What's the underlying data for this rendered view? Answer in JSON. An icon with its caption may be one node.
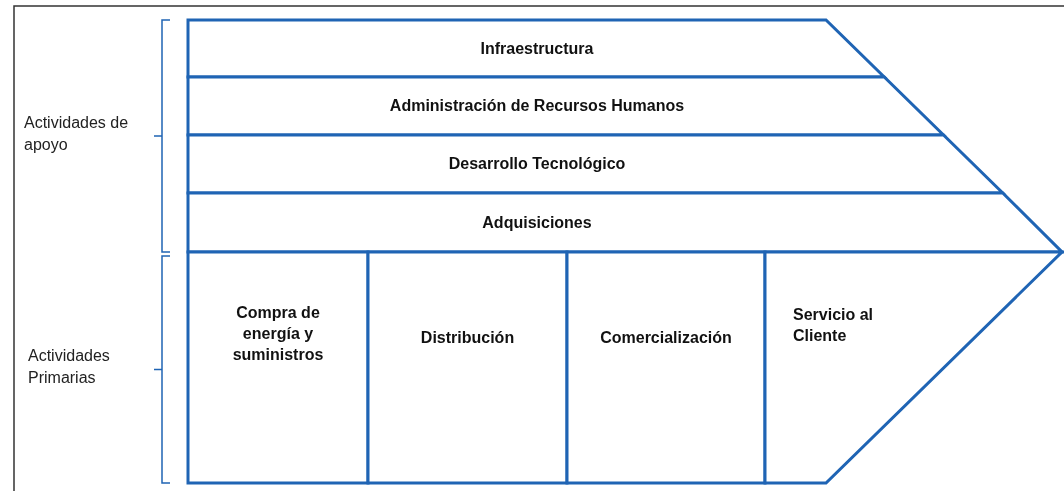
{
  "diagram": {
    "nodes": [
      {
        "text": [
          "Infraestructura"
        ]
      },
      {
        "text": [
          "Administración de Recursos Humanos"
        ]
      },
      {
        "text": [
          "Desarrollo Tecnológico"
        ]
      },
      {
        "text": [
          "Adquisiciones"
        ]
      },
      {
        "text": [
          "Compra de energía y suministros"
        ]
      },
      {
        "text": [
          "Distribución"
        ]
      },
      {
        "text": [
          "Comercialización"
        ]
      },
      {
        "text": [
          "Servicio al Cliente"
        ]
      }
    ],
    "labels": [
      "Actividades de apoyo",
      "Actividades Primarias"
    ]
  }
}
